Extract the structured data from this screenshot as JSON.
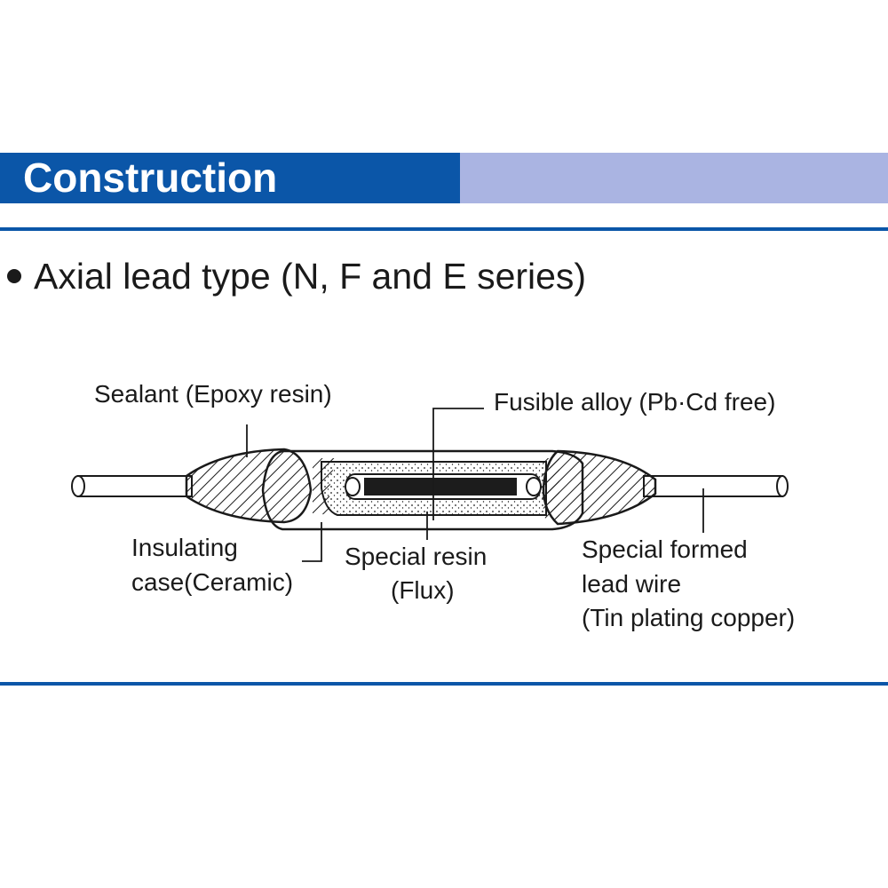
{
  "header": {
    "title": "Construction"
  },
  "section": {
    "subtitle": "Axial lead type (N, F and E series)"
  },
  "diagram": {
    "labels": {
      "sealant": "Sealant (Epoxy resin)",
      "fusible_alloy": "Fusible alloy (Pb·Cd free)",
      "insulating_case_line1": "Insulating",
      "insulating_case_line2": "case(Ceramic)",
      "special_resin_line1": "Special resin",
      "special_resin_line2": "(Flux)",
      "lead_wire_line1": "Special formed",
      "lead_wire_line2": "lead wire",
      "lead_wire_line3": "(Tin plating copper)"
    }
  },
  "colors": {
    "banner_dark": "#0b56a8",
    "banner_light": "#aab4e2",
    "rule": "#0b56a8",
    "line_art": "#1a1a1a"
  }
}
